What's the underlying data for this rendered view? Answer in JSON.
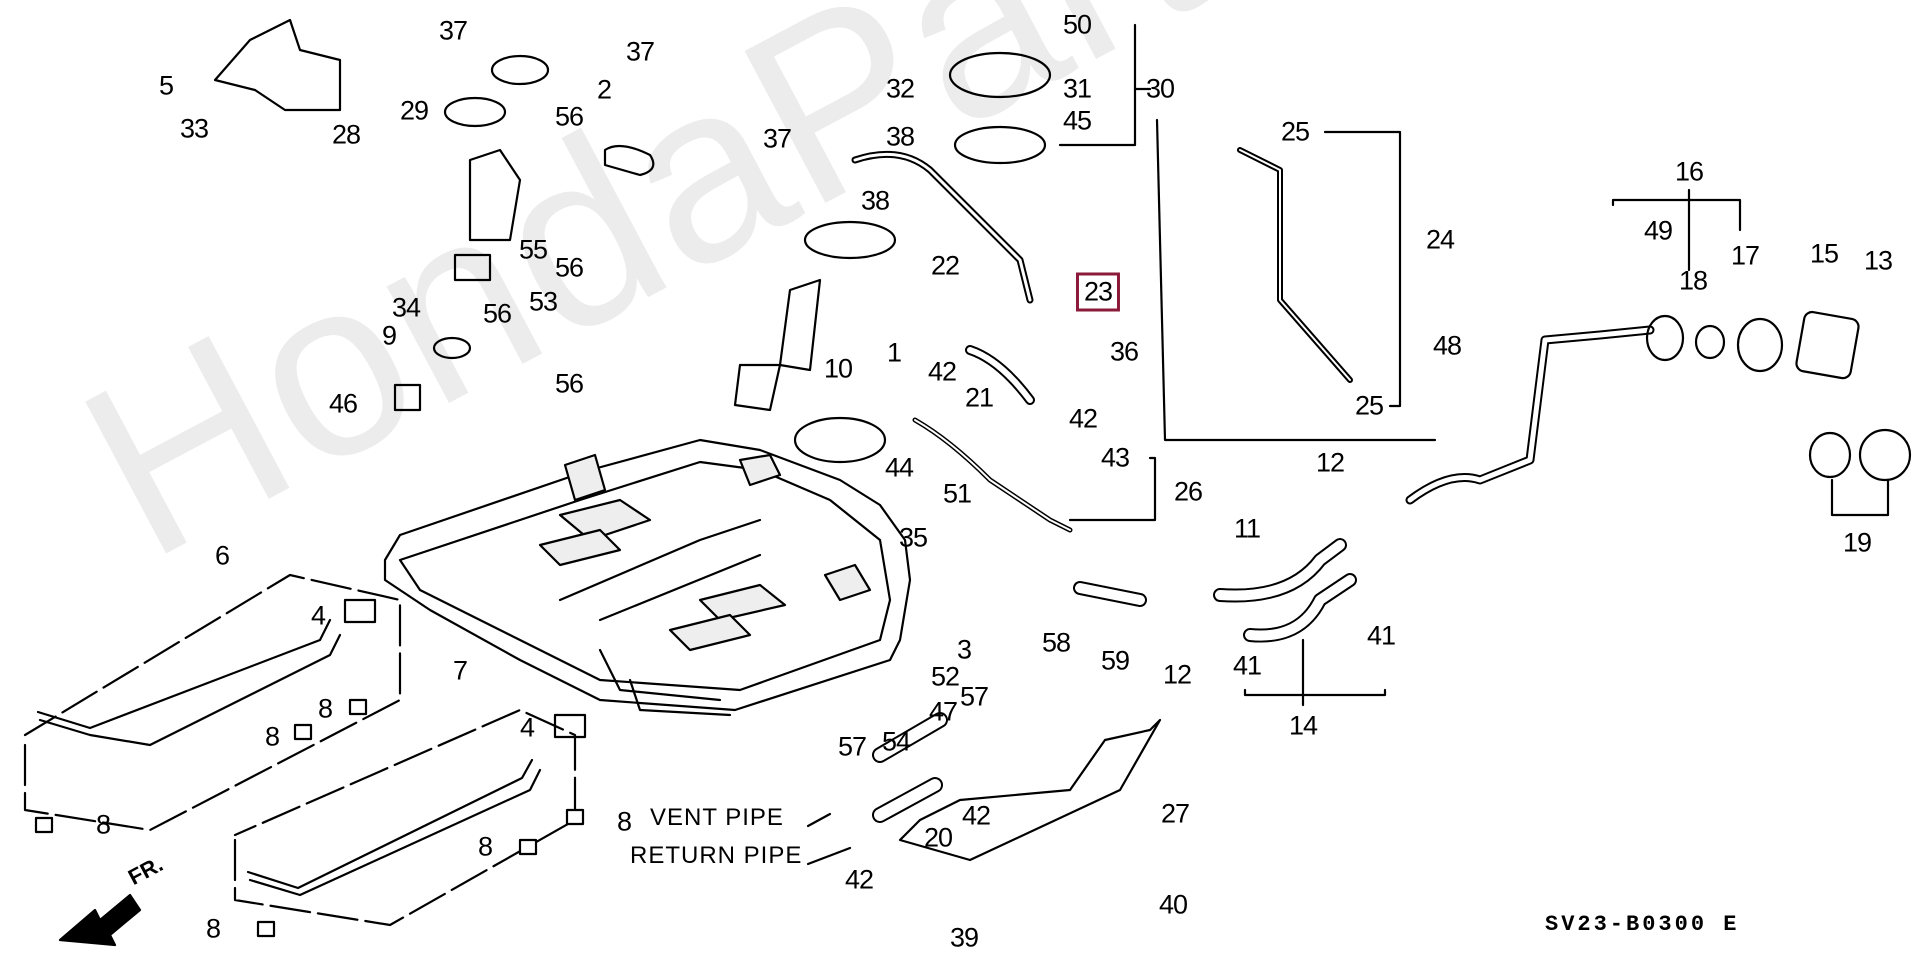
{
  "diagram": {
    "title": "Fuel Tank Assembly",
    "watermark": "HondaPartsMine.ru",
    "code": "SV23-B0300 E",
    "direction_label": "FR.",
    "highlight_color": "#8b1a3a",
    "highlighted_part": "23",
    "notes": [
      {
        "id": "vent-pipe",
        "text": "VENT PIPE"
      },
      {
        "id": "return-pipe",
        "text": "RETURN PIPE"
      }
    ],
    "callouts": [
      {
        "num": "37"
      },
      {
        "num": "37"
      },
      {
        "num": "5"
      },
      {
        "num": "33"
      },
      {
        "num": "29"
      },
      {
        "num": "28"
      },
      {
        "num": "2"
      },
      {
        "num": "56"
      },
      {
        "num": "55"
      },
      {
        "num": "56"
      },
      {
        "num": "34"
      },
      {
        "num": "56"
      },
      {
        "num": "53"
      },
      {
        "num": "9"
      },
      {
        "num": "56"
      },
      {
        "num": "46"
      },
      {
        "num": "32"
      },
      {
        "num": "38"
      },
      {
        "num": "37"
      },
      {
        "num": "38"
      },
      {
        "num": "50"
      },
      {
        "num": "31"
      },
      {
        "num": "30"
      },
      {
        "num": "45"
      },
      {
        "num": "22"
      },
      {
        "num": "23",
        "highlighted": true
      },
      {
        "num": "36"
      },
      {
        "num": "42"
      },
      {
        "num": "21"
      },
      {
        "num": "10"
      },
      {
        "num": "1"
      },
      {
        "num": "42"
      },
      {
        "num": "44"
      },
      {
        "num": "43"
      },
      {
        "num": "26"
      },
      {
        "num": "51"
      },
      {
        "num": "35"
      },
      {
        "num": "25"
      },
      {
        "num": "24"
      },
      {
        "num": "25"
      },
      {
        "num": "16"
      },
      {
        "num": "49"
      },
      {
        "num": "18"
      },
      {
        "num": "17"
      },
      {
        "num": "15"
      },
      {
        "num": "13"
      },
      {
        "num": "48"
      },
      {
        "num": "19"
      },
      {
        "num": "12"
      },
      {
        "num": "11"
      },
      {
        "num": "12"
      },
      {
        "num": "41"
      },
      {
        "num": "41"
      },
      {
        "num": "14"
      },
      {
        "num": "58"
      },
      {
        "num": "59"
      },
      {
        "num": "3"
      },
      {
        "num": "52"
      },
      {
        "num": "47"
      },
      {
        "num": "57"
      },
      {
        "num": "57"
      },
      {
        "num": "54"
      },
      {
        "num": "42"
      },
      {
        "num": "20"
      },
      {
        "num": "42"
      },
      {
        "num": "27"
      },
      {
        "num": "40"
      },
      {
        "num": "39"
      },
      {
        "num": "6"
      },
      {
        "num": "4"
      },
      {
        "num": "8"
      },
      {
        "num": "8"
      },
      {
        "num": "8"
      },
      {
        "num": "7"
      },
      {
        "num": "4"
      },
      {
        "num": "8"
      },
      {
        "num": "8"
      },
      {
        "num": "8"
      }
    ]
  }
}
